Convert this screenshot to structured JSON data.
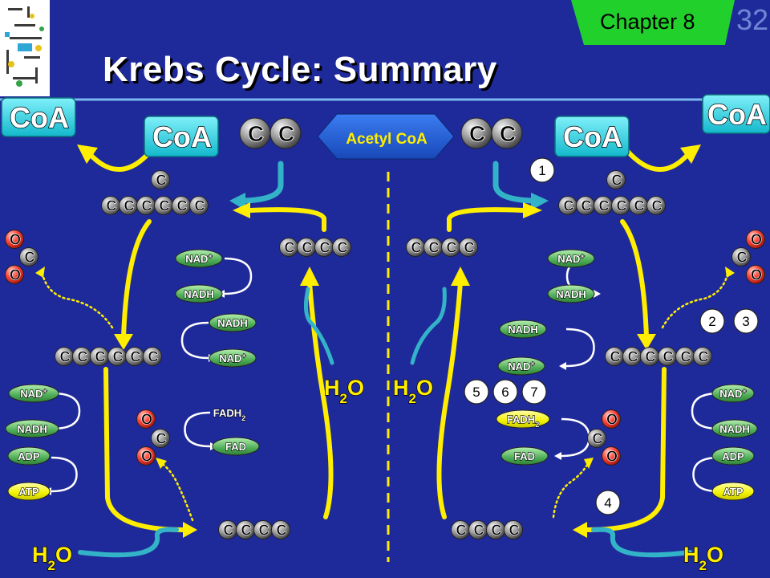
{
  "header": {
    "title": "Krebs Cycle: Summary",
    "chapter": "Chapter 8",
    "slide_number": "32"
  },
  "labels": {
    "coa": "CoA",
    "carbon": "C",
    "oxygen": "O",
    "acetyl_coa": "Acetyl CoA",
    "nad": "NAD",
    "nad_charge": "+",
    "nadh": "NADH",
    "fadh": "FADH",
    "fadh_sub": "2",
    "fad": "FAD",
    "adp": "ADP",
    "atp": "ATP",
    "water_h": "H",
    "water_sub": "2",
    "water_o": "O"
  },
  "step_numbers": [
    "1",
    "2",
    "3",
    "4",
    "5",
    "6",
    "7"
  ],
  "colors": {
    "background": "#1f2a9a",
    "arrow_yellow": "#ffee00",
    "arrow_teal": "#33b3c7",
    "coa_box": "#1fd3e6",
    "carbon_ball": "#8a8a8a",
    "oxygen_ball": "#ff4a3d",
    "pill_green": "#5fba67",
    "pill_yellow": "#f5f500",
    "chapter_tab": "#22d02c"
  }
}
